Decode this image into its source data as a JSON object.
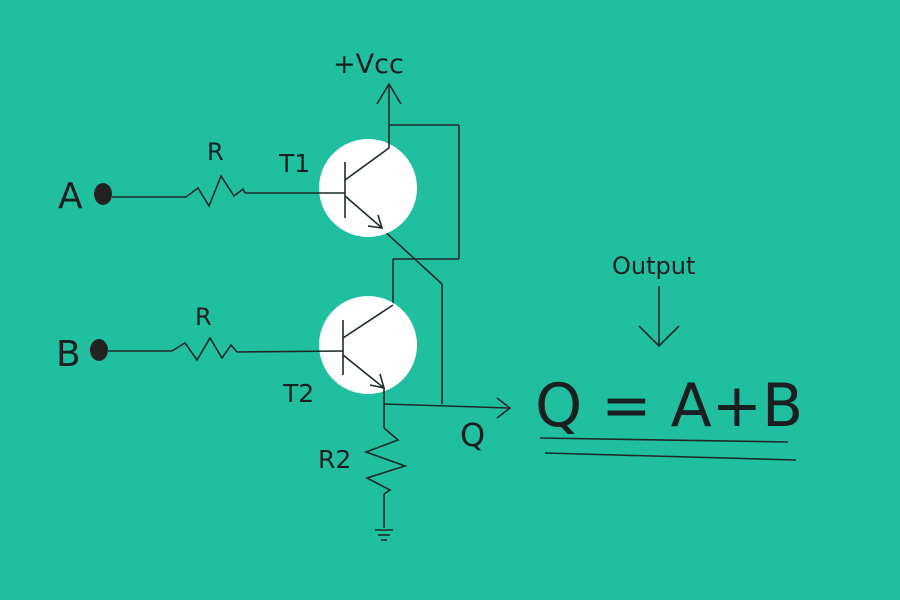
{
  "labels": {
    "vcc": "+Vcc",
    "input_a": "A",
    "input_b": "B",
    "resistor_top": "R",
    "resistor_bottom": "R",
    "transistor_1": "T1",
    "transistor_2": "T2",
    "resistor_2": "R2",
    "output_node": "Q",
    "output_caption": "Output",
    "equation": "Q = A+B"
  },
  "colors": {
    "background": "#1fbf9f",
    "wire": "#1c2a2a",
    "transistor_fill": "#ffffff",
    "text": "#1a1f22"
  }
}
